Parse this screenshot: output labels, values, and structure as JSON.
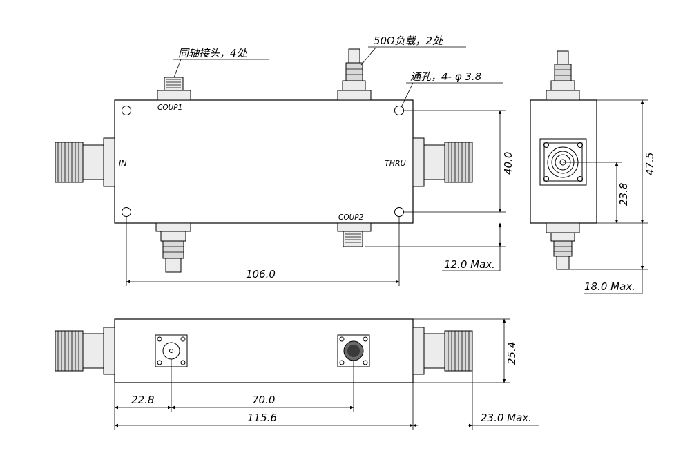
{
  "callouts": {
    "coax_connector": "同轴接头，4处",
    "load_50ohm": "50Ω负载，2处",
    "through_hole": "通孔，4- φ 3.8"
  },
  "ports": {
    "coup1": "COUP1",
    "coup2": "COUP2",
    "in": "IN",
    "thru": "THRU"
  },
  "dimensions": {
    "length_holes": "106.0",
    "height_holes": "40.0",
    "connector_max": "12.0 Max.",
    "side_height": "47.5",
    "side_center": "23.8",
    "side_max": "18.0 Max.",
    "bottom_height": "25.4",
    "bottom_offset": "22.8",
    "bottom_spacing": "70.0",
    "bottom_length": "115.6",
    "end_max": "23.0 Max."
  }
}
